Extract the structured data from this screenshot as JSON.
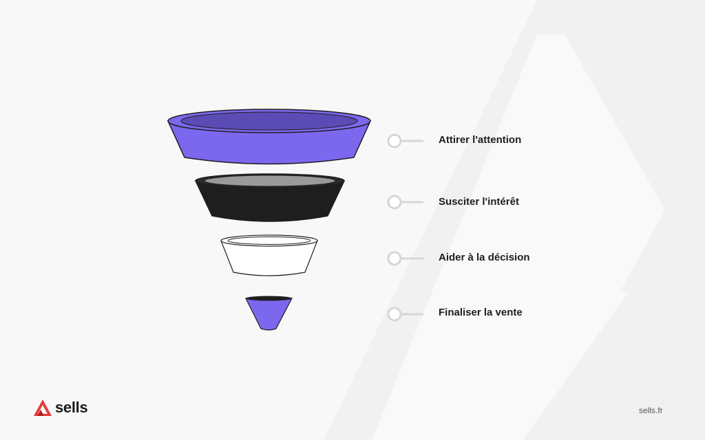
{
  "stages": [
    {
      "label": "Attirer l'attention",
      "color": "#7b68ee"
    },
    {
      "label": "Susciter l'intérêt",
      "color": "#1e1e1e"
    },
    {
      "label": "Aider à la décision",
      "color": "#ffffff"
    },
    {
      "label": "Finaliser la vente",
      "color": "#7b68ee"
    }
  ],
  "brand": {
    "name": "sells",
    "icon": "sells-logo-icon",
    "color": "#e53935"
  },
  "footer": {
    "site": "sells.fr"
  }
}
